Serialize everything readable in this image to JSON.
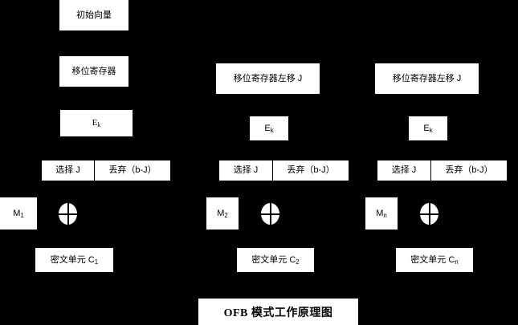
{
  "diagram": {
    "title": "OFB 模式工作原理图",
    "background_color": "#000000",
    "box_color": "#ffffff",
    "text_color": "#000000",
    "columns": [
      {
        "id": "column-1",
        "iv_label": "初始向量",
        "register_label": "移位寄存器",
        "encrypt_label_main": "E",
        "encrypt_label_sub": "k",
        "select_label": "选择 J",
        "discard_label": "丢弃（b-J）",
        "plaintext_main": "M",
        "plaintext_sub": "1",
        "xor_symbol": "xor",
        "ciphertext_label": "密文单元 C",
        "ciphertext_sub": "1"
      },
      {
        "id": "column-2",
        "register_label": "移位寄存器左移 J",
        "encrypt_label_main": "E",
        "encrypt_label_sub": "k",
        "select_label": "选择 J",
        "discard_label": "丢弃（b-J）",
        "plaintext_main": "M",
        "plaintext_sub": "2",
        "xor_symbol": "xor",
        "ciphertext_label": "密文单元 C",
        "ciphertext_sub": "2"
      },
      {
        "id": "column-3",
        "register_label": "移位寄存器左移 J",
        "encrypt_label_main": "E",
        "encrypt_label_sub": "k",
        "select_label": "选择 J",
        "discard_label": "丢弃（b-J）",
        "plaintext_main": "M",
        "plaintext_sub": "n",
        "xor_symbol": "xor",
        "ciphertext_label": "密文单元 C",
        "ciphertext_sub": "n"
      }
    ]
  }
}
